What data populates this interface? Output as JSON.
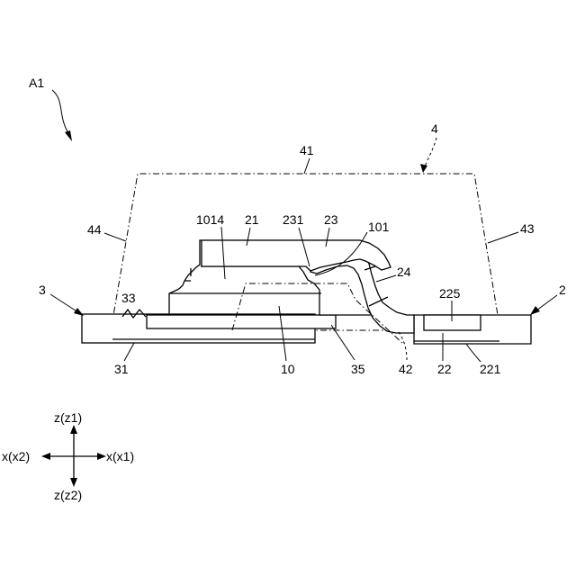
{
  "figure": {
    "assembly_label": "A1",
    "labels": {
      "l4": "4",
      "l41": "41",
      "l44": "44",
      "l43": "43",
      "l3": "3",
      "l2": "2",
      "l1014": "1014",
      "l21": "21",
      "l231": "231",
      "l23": "23",
      "l101": "101",
      "l24": "24",
      "l225": "225",
      "l33": "33",
      "l31": "31",
      "l10": "10",
      "l35": "35",
      "l42": "42",
      "l22": "22",
      "l221": "221"
    },
    "axes": {
      "up": "z(z1)",
      "down": "z(z2)",
      "left": "x(x2)",
      "right": "x(x1)"
    }
  }
}
